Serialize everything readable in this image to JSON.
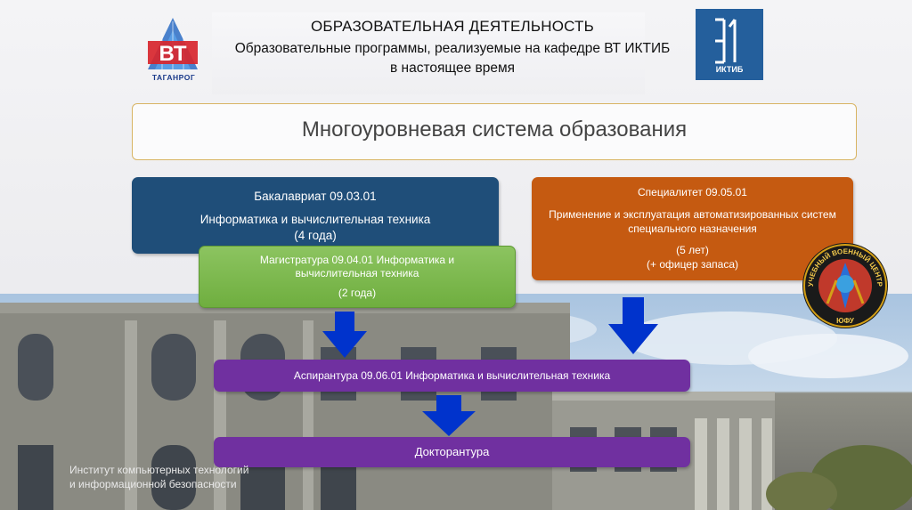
{
  "header": {
    "title": "ОБРАЗОВАТЕЛЬНАЯ ДЕЯТЕЛЬНОСТЬ",
    "subtitle_line1": "Образовательные программы, реализуемые на кафедре ВТ ИКТИБ",
    "subtitle_line2": "в настоящее время"
  },
  "logos": {
    "vt_text": "ВТ",
    "vt_caption": "ТАГАНРОГ",
    "iktib_caption": "ИКТИБ",
    "emblem_top_text": "УЧЕБНЫЙ ВОЕННЫЙ ЦЕНТР",
    "emblem_bottom_text": "ЮФУ"
  },
  "banner": {
    "title": "Многоуровневая система образования"
  },
  "programs": {
    "bachelor": {
      "line1": "Бакалавриат  09.03.01",
      "line2": "Информатика и вычислительная техника",
      "line3": "(4 года)",
      "color": "#1f4e79"
    },
    "specialist": {
      "line1": "Специалитет 09.05.01",
      "line2": "Применение и эксплуатация автоматизированных систем специального назначения",
      "line3": "(5 лет)",
      "line4": "(+ офицер запаса)",
      "color": "#c55a11"
    },
    "master": {
      "line1": "Магистратура 09.04.01 Информатика и вычислительная техника",
      "line2": "(2 года)",
      "color": "#70ad47"
    },
    "postgraduate": {
      "line1": "Аспирантура 09.06.01 Информатика и вычислительная техника",
      "color": "#7030a0"
    },
    "doctorate": {
      "line1": "Докторантура",
      "color": "#7030a0"
    }
  },
  "arrow_color": "#0033cc",
  "footer": {
    "institute": "Институт компьютерных технологий и информационной безопасности"
  }
}
